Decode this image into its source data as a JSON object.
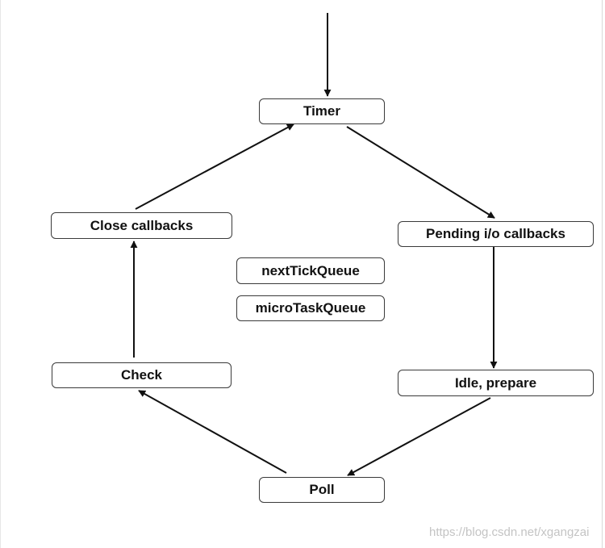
{
  "diagram": {
    "nodes": {
      "timer": "Timer",
      "pending": "Pending i/o callbacks",
      "idle": "Idle, prepare",
      "poll": "Poll",
      "check": "Check",
      "close": "Close callbacks",
      "next_tick_queue": "nextTickQueue",
      "micro_task_queue": "microTaskQueue"
    },
    "edges": [
      {
        "from": "entry",
        "to": "Timer"
      },
      {
        "from": "Timer",
        "to": "Pending i/o callbacks"
      },
      {
        "from": "Pending i/o callbacks",
        "to": "Idle, prepare"
      },
      {
        "from": "Idle, prepare",
        "to": "Poll"
      },
      {
        "from": "Poll",
        "to": "Check"
      },
      {
        "from": "Check",
        "to": "Close callbacks"
      },
      {
        "from": "Close callbacks",
        "to": "Timer"
      }
    ],
    "colors": {
      "stroke": "#111111",
      "border": "#3a3a3a",
      "watermark": "#c4c4c4"
    }
  },
  "watermark": "https://blog.csdn.net/xgangzai"
}
